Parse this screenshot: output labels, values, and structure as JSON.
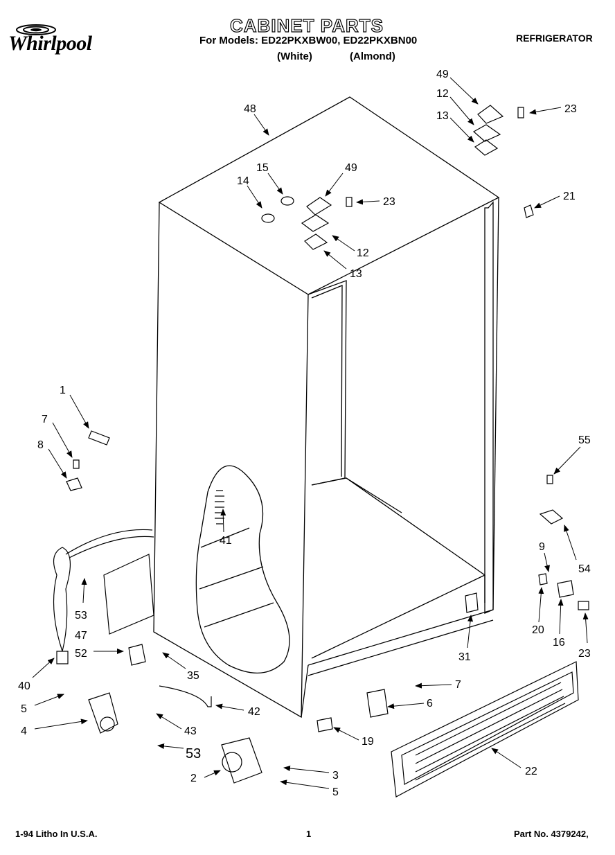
{
  "header": {
    "brand": "Whirlpool",
    "title": "CABINET PARTS",
    "models_line": "For Models: ED22PKXBW00, ED22PKXBN00",
    "variant_white": "(White)",
    "variant_almond": "(Almond)",
    "category": "REFRIGERATOR"
  },
  "footer": {
    "litho": "1-94 Litho In U.S.A.",
    "page_number": "1",
    "part_number": "Part No. 4379242,"
  },
  "callouts": [
    "48",
    "49",
    "12",
    "13",
    "23",
    "15",
    "14",
    "49",
    "23",
    "12",
    "13",
    "21",
    "1",
    "7",
    "8",
    "55",
    "9",
    "54",
    "41",
    "53",
    "47",
    "52",
    "40",
    "35",
    "20",
    "16",
    "23",
    "31",
    "5",
    "4",
    "7",
    "6",
    "42",
    "43",
    "53",
    "19",
    "2",
    "3",
    "5",
    "22"
  ]
}
